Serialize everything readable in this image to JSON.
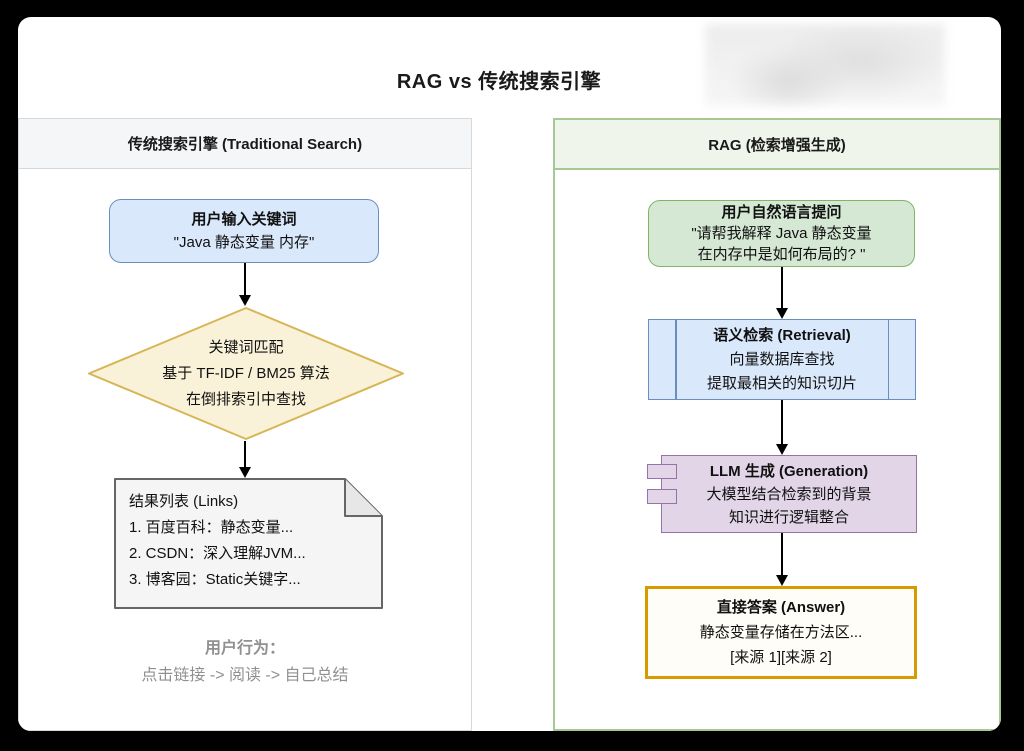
{
  "title": "RAG vs 传统搜索引擎",
  "colors": {
    "frame_bg": "#000000",
    "blue_fill": "#dae8fc",
    "blue_border": "#6c8ebf",
    "green_fill": "#d5e8d4",
    "green_border": "#82b366",
    "yellow_fill": "#faf2d8",
    "yellow_border": "#d6b656",
    "purple_fill": "#e1d5e7",
    "purple_border": "#9673a6",
    "answer_border": "#d79b00",
    "doc_fill": "#f5f5f5",
    "doc_border": "#666666",
    "left_panel_border": "#d7d8da",
    "right_panel_border": "#a7c795",
    "footnote_gray": "#909090"
  },
  "left_panel": {
    "header": "传统搜索引擎 (Traditional Search)",
    "input_box": {
      "line1": "用户输入关键词",
      "line2": "\"Java 静态变量 内存\""
    },
    "diamond": {
      "title": "关键词匹配",
      "line1": "基于 TF-IDF / BM25 算法",
      "line2": "在倒排索引中查找"
    },
    "document": {
      "title": "结果列表 (Links)",
      "item1": "1. 百度百科：静态变量...",
      "item2": "2. CSDN：深入理解JVM...",
      "item3": "3. 博客园：Static关键字..."
    },
    "footnote": {
      "title": "用户行为：",
      "line": "点击链接 -> 阅读 -> 自己总结"
    }
  },
  "right_panel": {
    "header": "RAG (检索增强生成)",
    "question_box": {
      "line1": "用户自然语言提问",
      "line2": "\"请帮我解释 Java 静态变量",
      "line3": "在内存中是如何布局的? \""
    },
    "retrieval_box": {
      "title": "语义检索 (Retrieval)",
      "line1": "向量数据库查找",
      "line2": "提取最相关的知识切片"
    },
    "generation_box": {
      "title": "LLM 生成 (Generation)",
      "line1": "大模型结合检索到的背景",
      "line2": "知识进行逻辑整合"
    },
    "answer_box": {
      "title": "直接答案 (Answer)",
      "line1": "静态变量存储在方法区...",
      "line2": "[来源 1][来源 2]"
    }
  }
}
